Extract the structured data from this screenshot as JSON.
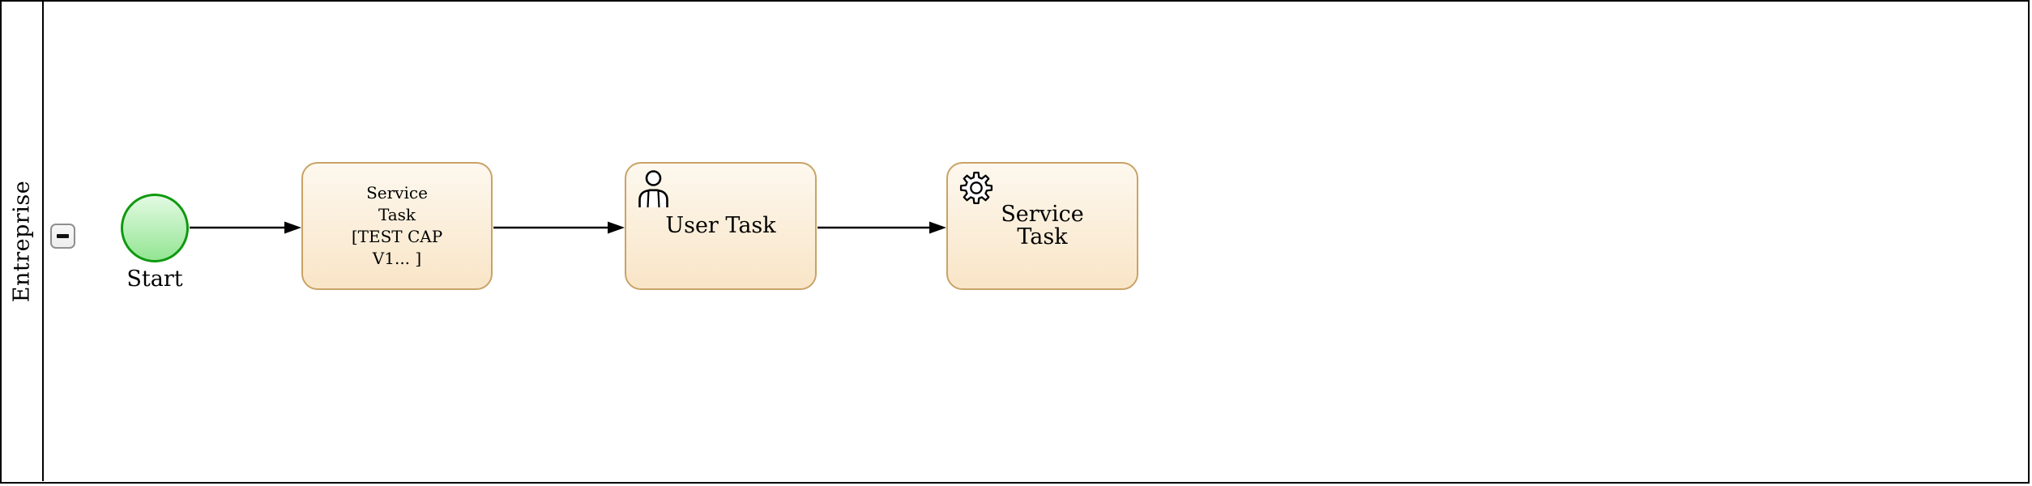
{
  "diagram_type": "BPMN process diagram",
  "pool": {
    "name": "Entreprise",
    "collapse_icon": "minus-icon",
    "collapsed": false
  },
  "nodes": {
    "start_event": {
      "type": "start-event",
      "label": "Start"
    },
    "task1": {
      "type": "service-task",
      "label": "Service\nTask\n[TEST CAP\nV1... ]",
      "icon": "none"
    },
    "task2": {
      "type": "user-task",
      "label": "User Task",
      "icon": "user-icon"
    },
    "task3": {
      "type": "service-task",
      "label": "Service\nTask",
      "icon": "gear-icon"
    }
  },
  "flows": [
    {
      "from": "start_event",
      "to": "task1"
    },
    {
      "from": "task1",
      "to": "task2"
    },
    {
      "from": "task2",
      "to": "task3"
    }
  ],
  "colors": {
    "pool_border": "#000000",
    "task_border": "#c9a366",
    "task_fill_top": "#fdf8ee",
    "task_fill_bottom": "#f9e5c7",
    "start_border": "#0f990f",
    "start_fill_top": "#e3fae3",
    "start_fill_bottom": "#93e593",
    "connector": "#000000",
    "collapse_button_border": "#8f8f8f"
  }
}
